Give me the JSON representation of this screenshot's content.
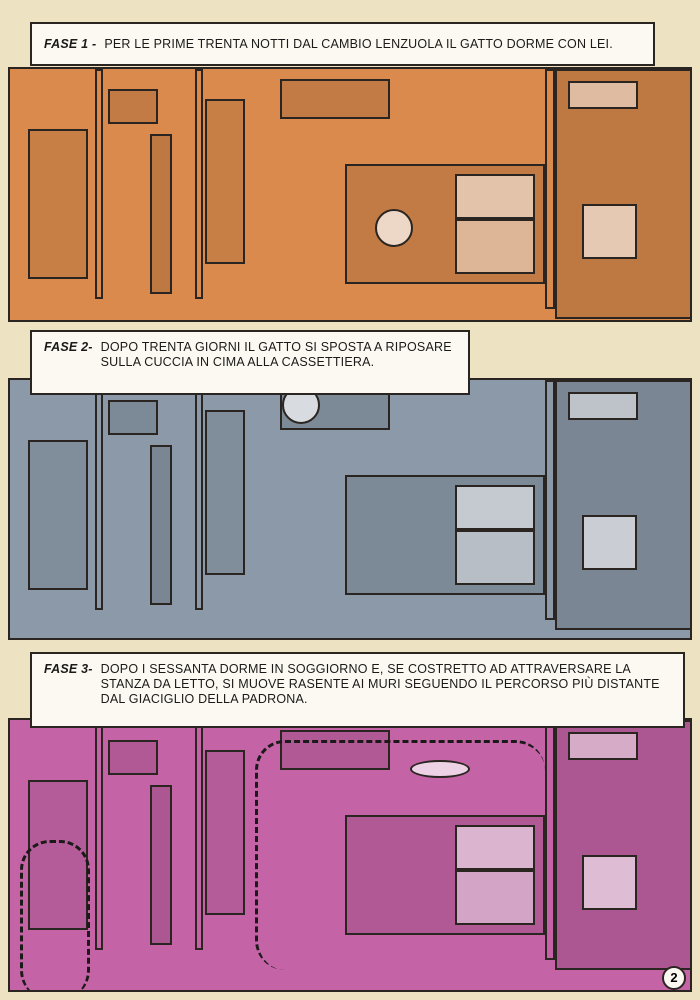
{
  "captions": [
    {
      "label": "FASE 1 -",
      "text": "PER LE PRIME TRENTA NOTTI DAL CAMBIO LENZUOLA IL GATTO DORME CON LEI."
    },
    {
      "label": "FASE 2-",
      "text": "DOPO TRENTA GIORNI IL GATTO SI SPOSTA A RIPOSARE SULLA CUCCIA IN CIMA ALLA CASSETTIERA."
    },
    {
      "label": "FASE 3-",
      "text": "DOPO I SESSANTA DORME IN SOGGIORNO E, SE COSTRETTO AD ATTRAVERSARE LA STANZA DA LETTO, SI MUOVE RASENTE AI MURI SEGUENDO IL PERCORSO PIÙ DISTANTE DAL GIACIGLIO DELLA PADRONA."
    }
  ],
  "page_number": "2",
  "colors": {
    "phase1": "#d98a4c",
    "phase2": "#8b99a8",
    "phase3": "#c464a6",
    "paper": "#ede3c3"
  }
}
